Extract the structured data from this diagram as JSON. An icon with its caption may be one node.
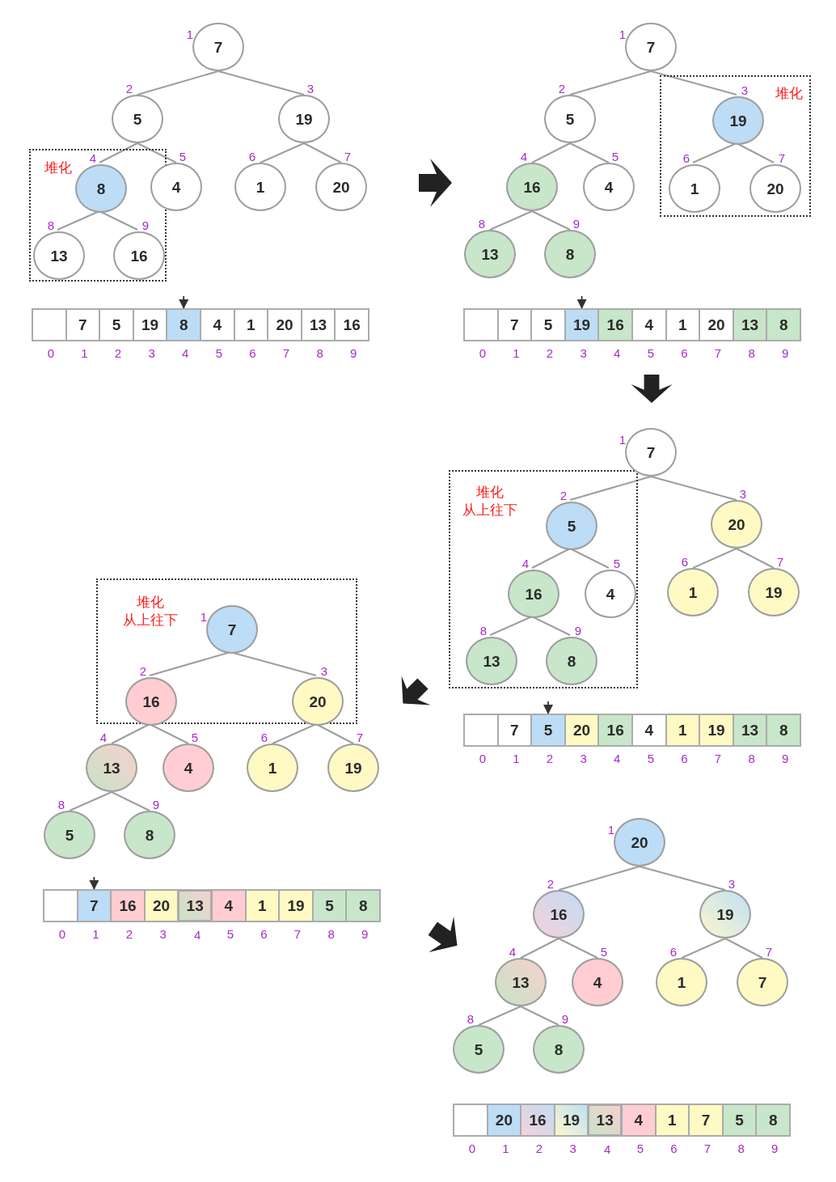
{
  "diagram": {
    "nodes": [
      {
        "text": [
          "堆化"
        ]
      },
      {
        "text": [
          "7"
        ],
        "beside": [
          "1"
        ]
      },
      {
        "text": [
          "5"
        ],
        "beside": [
          "2"
        ]
      },
      {
        "text": [
          "19"
        ],
        "beside": [
          "3"
        ]
      },
      {
        "text": [
          "8"
        ],
        "beside": [
          "4"
        ],
        "in": 0
      },
      {
        "text": [
          "4"
        ],
        "beside": [
          "5"
        ]
      },
      {
        "text": [
          "1"
        ],
        "beside": [
          "6"
        ]
      },
      {
        "text": [
          "20"
        ],
        "beside": [
          "7"
        ]
      },
      {
        "text": [
          "13"
        ],
        "beside": [
          "8"
        ],
        "in": 0
      },
      {
        "text": [
          "16"
        ],
        "beside": [
          "9"
        ],
        "in": 0
      },
      {
        "text": [],
        "shape": "box",
        "beside": [
          "0"
        ]
      },
      {
        "text": [
          "7"
        ],
        "beside": [
          "1"
        ]
      },
      {
        "text": [
          "5"
        ],
        "beside": [
          "2"
        ]
      },
      {
        "text": [
          "19"
        ],
        "beside": [
          "3"
        ]
      },
      {
        "text": [
          "8"
        ],
        "beside": [
          "4"
        ]
      },
      {
        "text": [
          "4"
        ],
        "beside": [
          "5"
        ]
      },
      {
        "text": [
          "1"
        ],
        "beside": [
          "6"
        ]
      },
      {
        "text": [
          "20"
        ],
        "beside": [
          "7"
        ]
      },
      {
        "text": [
          "13"
        ],
        "beside": [
          "8"
        ]
      },
      {
        "text": [
          "16"
        ],
        "beside": [
          "9"
        ]
      },
      {
        "text": [
          "堆化"
        ]
      },
      {
        "text": [
          "7"
        ],
        "beside": [
          "1"
        ]
      },
      {
        "text": [
          "5"
        ],
        "beside": [
          "2"
        ]
      },
      {
        "text": [
          "19"
        ],
        "beside": [
          "3"
        ],
        "in": 20
      },
      {
        "text": [
          "16"
        ],
        "beside": [
          "4"
        ]
      },
      {
        "text": [
          "4"
        ],
        "beside": [
          "5"
        ]
      },
      {
        "text": [
          "1"
        ],
        "beside": [
          "6"
        ],
        "in": 20
      },
      {
        "text": [
          "20"
        ],
        "beside": [
          "7"
        ],
        "in": 20
      },
      {
        "text": [
          "13"
        ],
        "beside": [
          "8"
        ]
      },
      {
        "text": [
          "8"
        ],
        "beside": [
          "9"
        ]
      },
      {
        "text": [],
        "shape": "box",
        "beside": [
          "0"
        ]
      },
      {
        "text": [
          "7"
        ],
        "beside": [
          "1"
        ]
      },
      {
        "text": [
          "5"
        ],
        "beside": [
          "2"
        ]
      },
      {
        "text": [
          "19"
        ],
        "beside": [
          "3"
        ]
      },
      {
        "text": [
          "16"
        ],
        "beside": [
          "4"
        ]
      },
      {
        "text": [
          "4"
        ],
        "beside": [
          "5"
        ]
      },
      {
        "text": [
          "1"
        ],
        "beside": [
          "6"
        ]
      },
      {
        "text": [
          "20"
        ],
        "beside": [
          "7"
        ]
      },
      {
        "text": [
          "13"
        ],
        "beside": [
          "8"
        ]
      },
      {
        "text": [
          "8"
        ],
        "beside": [
          "9"
        ]
      },
      {
        "text": [
          "堆化",
          "从上往下"
        ]
      },
      {
        "text": [
          "7"
        ],
        "beside": [
          "1"
        ]
      },
      {
        "text": [
          "5"
        ],
        "beside": [
          "2"
        ],
        "in": 40
      },
      {
        "text": [
          "20"
        ],
        "beside": [
          "3"
        ]
      },
      {
        "text": [
          "16"
        ],
        "beside": [
          "4"
        ],
        "in": 40
      },
      {
        "text": [
          "4"
        ],
        "beside": [
          "5"
        ],
        "in": 40
      },
      {
        "text": [
          "1"
        ],
        "beside": [
          "6"
        ]
      },
      {
        "text": [
          "19"
        ],
        "beside": [
          "7"
        ]
      },
      {
        "text": [
          "13"
        ],
        "beside": [
          "8"
        ],
        "in": 40
      },
      {
        "text": [
          "8"
        ],
        "beside": [
          "9"
        ],
        "in": 40
      },
      {
        "text": [],
        "shape": "box",
        "beside": [
          "0"
        ]
      },
      {
        "text": [
          "7"
        ],
        "beside": [
          "1"
        ]
      },
      {
        "text": [
          "5"
        ],
        "beside": [
          "2"
        ]
      },
      {
        "text": [
          "20"
        ],
        "beside": [
          "3"
        ]
      },
      {
        "text": [
          "16"
        ],
        "beside": [
          "4"
        ]
      },
      {
        "text": [
          "4"
        ],
        "beside": [
          "5"
        ]
      },
      {
        "text": [
          "1"
        ],
        "beside": [
          "6"
        ]
      },
      {
        "text": [
          "19"
        ],
        "beside": [
          "7"
        ]
      },
      {
        "text": [
          "13"
        ],
        "beside": [
          "8"
        ]
      },
      {
        "text": [
          "8"
        ],
        "beside": [
          "9"
        ]
      },
      {
        "text": [
          "堆化",
          "从上往下"
        ]
      },
      {
        "text": [
          "7"
        ],
        "beside": [
          "1"
        ],
        "in": 60
      },
      {
        "text": [
          "16"
        ],
        "beside": [
          "2"
        ],
        "in": 60
      },
      {
        "text": [
          "20"
        ],
        "beside": [
          "3"
        ],
        "in": 60
      },
      {
        "text": [
          "13"
        ],
        "beside": [
          "4"
        ]
      },
      {
        "text": [
          "4"
        ],
        "beside": [
          "5"
        ]
      },
      {
        "text": [
          "1"
        ],
        "beside": [
          "6"
        ]
      },
      {
        "text": [
          "19"
        ],
        "beside": [
          "7"
        ]
      },
      {
        "text": [
          "5"
        ],
        "beside": [
          "8"
        ]
      },
      {
        "text": [
          "8"
        ],
        "beside": [
          "9"
        ]
      },
      {
        "text": [],
        "shape": "box",
        "beside": [
          "0"
        ]
      },
      {
        "text": [
          "7"
        ],
        "beside": [
          "1"
        ]
      },
      {
        "text": [
          "16"
        ],
        "beside": [
          "2"
        ]
      },
      {
        "text": [
          "20"
        ],
        "beside": [
          "3"
        ]
      },
      {
        "text": [
          "13"
        ],
        "beside": [
          "4"
        ]
      },
      {
        "text": [
          "4"
        ],
        "beside": [
          "5"
        ]
      },
      {
        "text": [
          "1"
        ],
        "beside": [
          "6"
        ]
      },
      {
        "text": [
          "19"
        ],
        "beside": [
          "7"
        ]
      },
      {
        "text": [
          "5"
        ],
        "beside": [
          "8"
        ]
      },
      {
        "text": [
          "8"
        ],
        "beside": [
          "9"
        ]
      },
      {
        "text": [
          "20"
        ],
        "beside": [
          "1"
        ]
      },
      {
        "text": [
          "16"
        ],
        "beside": [
          "2"
        ]
      },
      {
        "text": [
          "19"
        ],
        "beside": [
          "3"
        ]
      },
      {
        "text": [
          "13"
        ],
        "beside": [
          "4"
        ]
      },
      {
        "text": [
          "4"
        ],
        "beside": [
          "5"
        ]
      },
      {
        "text": [
          "1"
        ],
        "beside": [
          "6"
        ]
      },
      {
        "text": [
          "7"
        ],
        "beside": [
          "7"
        ]
      },
      {
        "text": [
          "5"
        ],
        "beside": [
          "8"
        ]
      },
      {
        "text": [
          "8"
        ],
        "beside": [
          "9"
        ]
      },
      {
        "text": [],
        "shape": "box",
        "beside": [
          "0"
        ]
      },
      {
        "text": [
          "20"
        ],
        "beside": [
          "1"
        ]
      },
      {
        "text": [
          "16"
        ],
        "beside": [
          "2"
        ]
      },
      {
        "text": [
          "19"
        ],
        "beside": [
          "3"
        ]
      },
      {
        "text": [
          "13"
        ],
        "beside": [
          "4"
        ]
      },
      {
        "text": [
          "4"
        ],
        "beside": [
          "5"
        ]
      },
      {
        "text": [
          "1"
        ],
        "beside": [
          "6"
        ]
      },
      {
        "text": [
          "7"
        ],
        "beside": [
          "7"
        ]
      },
      {
        "text": [
          "5"
        ],
        "beside": [
          "8"
        ]
      },
      {
        "text": [
          "8"
        ],
        "beside": [
          "9"
        ]
      }
    ],
    "edges": [
      {
        "from": 1,
        "to": 2,
        "arrow": "none"
      },
      {
        "from": 1,
        "to": 3,
        "arrow": "none"
      },
      {
        "from": 2,
        "to": 4,
        "arrow": "none"
      },
      {
        "from": 2,
        "to": 5,
        "arrow": "none"
      },
      {
        "from": 3,
        "to": 6,
        "arrow": "none"
      },
      {
        "from": 3,
        "to": 7,
        "arrow": "none"
      },
      {
        "from": 4,
        "to": 8,
        "arrow": "none"
      },
      {
        "from": 4,
        "to": 9,
        "arrow": "none"
      },
      {
        "from": null,
        "to": 14,
        "arrow": "to",
        "color": "#333333"
      },
      {
        "from": 21,
        "to": 22,
        "arrow": "none"
      },
      {
        "from": 21,
        "to": 23,
        "arrow": "none"
      },
      {
        "from": 22,
        "to": 24,
        "arrow": "none"
      },
      {
        "from": 22,
        "to": 25,
        "arrow": "none"
      },
      {
        "from": 23,
        "to": 26,
        "arrow": "none"
      },
      {
        "from": 23,
        "to": 27,
        "arrow": "none"
      },
      {
        "from": 24,
        "to": 28,
        "arrow": "none"
      },
      {
        "from": 24,
        "to": 29,
        "arrow": "none"
      },
      {
        "from": null,
        "to": 33,
        "arrow": "to",
        "color": "#333333"
      },
      {
        "from": 41,
        "to": 42,
        "arrow": "none"
      },
      {
        "from": 41,
        "to": 43,
        "arrow": "none"
      },
      {
        "from": 42,
        "to": 44,
        "arrow": "none"
      },
      {
        "from": 42,
        "to": 45,
        "arrow": "none"
      },
      {
        "from": 43,
        "to": 46,
        "arrow": "none"
      },
      {
        "from": 43,
        "to": 47,
        "arrow": "none"
      },
      {
        "from": 44,
        "to": 48,
        "arrow": "none"
      },
      {
        "from": 44,
        "to": 49,
        "arrow": "none"
      },
      {
        "from": null,
        "to": 52,
        "arrow": "to",
        "color": "#333333"
      },
      {
        "from": 61,
        "to": 62,
        "arrow": "none"
      },
      {
        "from": 61,
        "to": 63,
        "arrow": "none"
      },
      {
        "from": 62,
        "to": 64,
        "arrow": "none"
      },
      {
        "from": 62,
        "to": 65,
        "arrow": "none"
      },
      {
        "from": 63,
        "to": 66,
        "arrow": "none"
      },
      {
        "from": 63,
        "to": 67,
        "arrow": "none"
      },
      {
        "from": 64,
        "to": 68,
        "arrow": "none"
      },
      {
        "from": 64,
        "to": 69,
        "arrow": "none"
      },
      {
        "from": null,
        "to": 71,
        "arrow": "to",
        "color": "#333333"
      },
      {
        "from": 80,
        "to": 81,
        "arrow": "none"
      },
      {
        "from": 80,
        "to": 82,
        "arrow": "none"
      },
      {
        "from": 81,
        "to": 83,
        "arrow": "none"
      },
      {
        "from": 81,
        "to": 84,
        "arrow": "none"
      },
      {
        "from": 82,
        "to": 85,
        "arrow": "none"
      },
      {
        "from": 82,
        "to": 86,
        "arrow": "none"
      },
      {
        "from": 83,
        "to": 87,
        "arrow": "none"
      },
      {
        "from": 83,
        "to": 88,
        "arrow": "none"
      },
      {
        "from": 7,
        "to": 24,
        "arrow": "to",
        "style": "thick",
        "color": "#222222"
      },
      {
        "from": 35,
        "to": 41,
        "arrow": "to",
        "style": "thick",
        "color": "#222222"
      },
      {
        "from": 40,
        "to": 67,
        "arrow": "to",
        "style": "thick",
        "color": "#222222"
      },
      {
        "from": 79,
        "to": 83,
        "arrow": "to",
        "style": "thick",
        "color": "#222222"
      }
    ]
  }
}
